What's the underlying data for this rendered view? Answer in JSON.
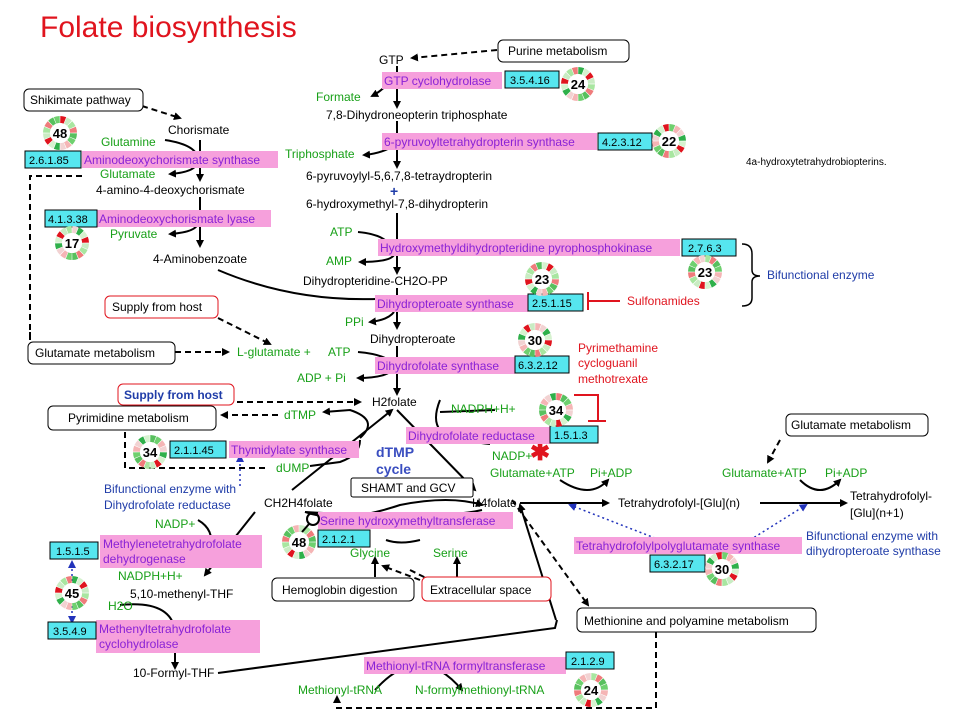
{
  "title": "Folate biosynthesis",
  "metabolites": {
    "gtp": "GTP",
    "formate": "Formate",
    "dhnt": "7,8-Dihydroneopterin triphosphate",
    "triphosphate": "Triphosphate",
    "pptp": "6-pyruvoylyl-5,6,7,8-tetraydropterin",
    "plus": "+",
    "hmdp": "6-hydroxymethyl-7,8-dihydropterin",
    "atp1": "ATP",
    "amp": "AMP",
    "dhppp": "Dihydropteridine-CH2O-PP",
    "ppi": "PPi",
    "dhpteroate": "Dihydropteroate",
    "atp2": "ATP",
    "adppi": "ADP + Pi",
    "lglu_plus": "L-glutamate  +",
    "h2folate": "H2folate",
    "nadph_in": "NADPH+H+",
    "nadp_out": "NADP+",
    "glu_atp1": "Glutamate+ATP",
    "pi_adp1": "Pi+ADP",
    "glu_atp2": "Glutamate+ATP",
    "pi_adp2": "Pi+ADP",
    "thf_glu_n": "Tetrahydrofolyl-[Glu](n)",
    "thf_glu_n1_a": "Tetrahydrofolyl-",
    "thf_glu_n1_b": "[Glu](n+1)",
    "h4folate": "H4folate",
    "ch2h4folate": "CH2H4folate",
    "dtmp": "dTMP",
    "dump": "dUMP",
    "chorismate": "Chorismate",
    "glutamine": "Glutamine",
    "glutamate": "Glutamate",
    "adc": "4-amino-4-deoxychorismate",
    "pyruvate": "Pyruvate",
    "paba": "4-Aminobenzoate",
    "glycine": "Glycine",
    "serine": "Serine",
    "nadp_mthfd": "NADP+",
    "nadph_mthfd": "NADPH+H+",
    "methenyl": "5,10-methenyl-THF",
    "h2o": "H2O",
    "formyl_thf": "10-Formyl-THF",
    "met_trna": "Methionyl-tRNA",
    "fmet_trna": "N-formylmethionyl-tRNA",
    "hydroxy_note": "4a-hydroxytetrahydrobiopterins."
  },
  "enzymes": {
    "gtp_ch": {
      "name": "GTP  cyclohydrolase",
      "ec": "3.5.4.16",
      "count": "24"
    },
    "ptps": {
      "name": "6-pyruvoyltetrahydropterin   synthase",
      "ec": "4.2.3.12",
      "count": "22"
    },
    "hppk": {
      "name": "Hydroxymethyldihydropteridine   pyrophosphokinase",
      "ec": "2.7.6.3",
      "count": "23"
    },
    "dhps": {
      "name": "Dihydropteroate  synthase",
      "ec": "2.5.1.15",
      "count": "23"
    },
    "dhfs": {
      "name": "Dihydrofolate  synthase",
      "ec": "6.3.2.12",
      "count": "30"
    },
    "dhfr": {
      "name": "Dihydrofolate  reductase",
      "ec": "1.5.1.3",
      "count": "34"
    },
    "adcs": {
      "name": "Aminodeoxychorismate  synthase",
      "ec": "2.6.1.85",
      "count": "48"
    },
    "adcl": {
      "name": "Aminodeoxychorismate  lyase",
      "ec": "4.1.3.38",
      "count": "17"
    },
    "ts": {
      "name": "Thymidylate  synthase",
      "ec": "2.1.1.45",
      "count": "34"
    },
    "shmt": {
      "name": "Serine  hydroxymethyltransferase",
      "ec": "2.1.2.1",
      "count": "48"
    },
    "mthfd_line1": "Methylenetetrahydrofolate",
    "mthfd_line2": "dehydrogenase",
    "mthfd_ec": "1.5.1.5",
    "mthfc_line1": "Methenyltetrahydrofolate",
    "mthfc_line2": "cyclohydrolase",
    "mthfc_ec": "3.5.4.9",
    "mthf_count": "45",
    "fpgs": {
      "name": "Tetrahydrofolylpolyglutamate    synthase",
      "ec": "6.3.2.17",
      "count": "30"
    },
    "mtf": {
      "name": "Methionyl-tRNA  formyltransferase",
      "ec": "2.1.2.9",
      "count": "24"
    }
  },
  "boxes": {
    "purine": "Purine metabolism",
    "shikimate": "Shikimate pathway",
    "supply1": "Supply from host",
    "glutamate_met_left": "Glutamate metabolism",
    "supply2": "Supply from host",
    "pyrimidine": "Pyrimidine metabolism",
    "shamt_gcv": "SHAMT and GCV",
    "glutamate_met_right": "Glutamate metabolism",
    "hemoglobin": "Hemoglobin digestion",
    "extracellular": "Extracellular space",
    "methionine": "Methionine and polyamine metabolism"
  },
  "notes": {
    "bifunctional": "Bifunctional enzyme",
    "sulfonamides": "Sulfonamides",
    "inhib1": "Pyrimethamine",
    "inhib2": "cycloguanil",
    "inhib3": "methotrexate",
    "bif_dhfr_1": "Bifunctional enzyme with",
    "bif_dhfr_2": "Dihydrofolate  reductase",
    "bif_dhps_1": "Bifunctional enzyme with",
    "bif_dhps_2": "dihydropteroate synthase",
    "dtmp_cycle_1": "dTMP",
    "dtmp_cycle_2": "cycle"
  },
  "colors": {
    "title": "#e0141e",
    "enzyme_fill": "#f6a0dc",
    "enzyme_text": "#8a22d6",
    "ec_fill": "#56e6ef",
    "cofactor": "#18a018",
    "note": "#1f3ca8",
    "inhibitor": "#e0141e"
  }
}
